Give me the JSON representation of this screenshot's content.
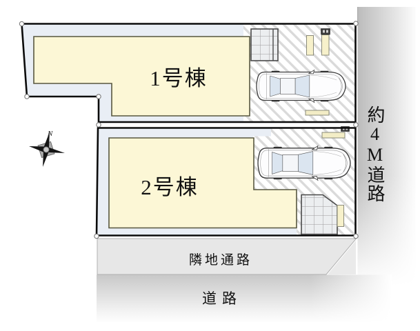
{
  "plan": {
    "buildings": [
      {
        "label": "1号棟"
      },
      {
        "label": "2号棟"
      }
    ],
    "roads": {
      "right": "約4M道路",
      "passage": "隣地通路",
      "bottom": "道路"
    },
    "compass": {
      "north": "N"
    },
    "colors": {
      "lot_fill": "#e9eef5",
      "building_fill": "#fcf7d6",
      "building_border": "#57573f",
      "hatch_stripe": "#dadada",
      "terrace_fill": "#eceef0",
      "road_gray": "#bcbcbc",
      "passage_fill": "#e7e7e7",
      "boundary_line": "#0b0b0b",
      "window_tint": "#dbe5f0"
    }
  }
}
